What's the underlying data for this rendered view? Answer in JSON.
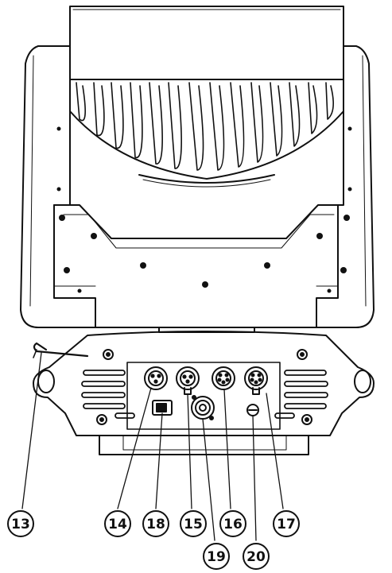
{
  "callouts": [
    {
      "id": "13",
      "label": "13"
    },
    {
      "id": "14",
      "label": "14"
    },
    {
      "id": "18",
      "label": "18"
    },
    {
      "id": "15",
      "label": "15"
    },
    {
      "id": "16",
      "label": "16"
    },
    {
      "id": "17",
      "label": "17"
    },
    {
      "id": "19",
      "label": "19"
    },
    {
      "id": "20",
      "label": "20"
    }
  ],
  "colors": {
    "stroke": "#111111",
    "fill": "#ffffff"
  }
}
